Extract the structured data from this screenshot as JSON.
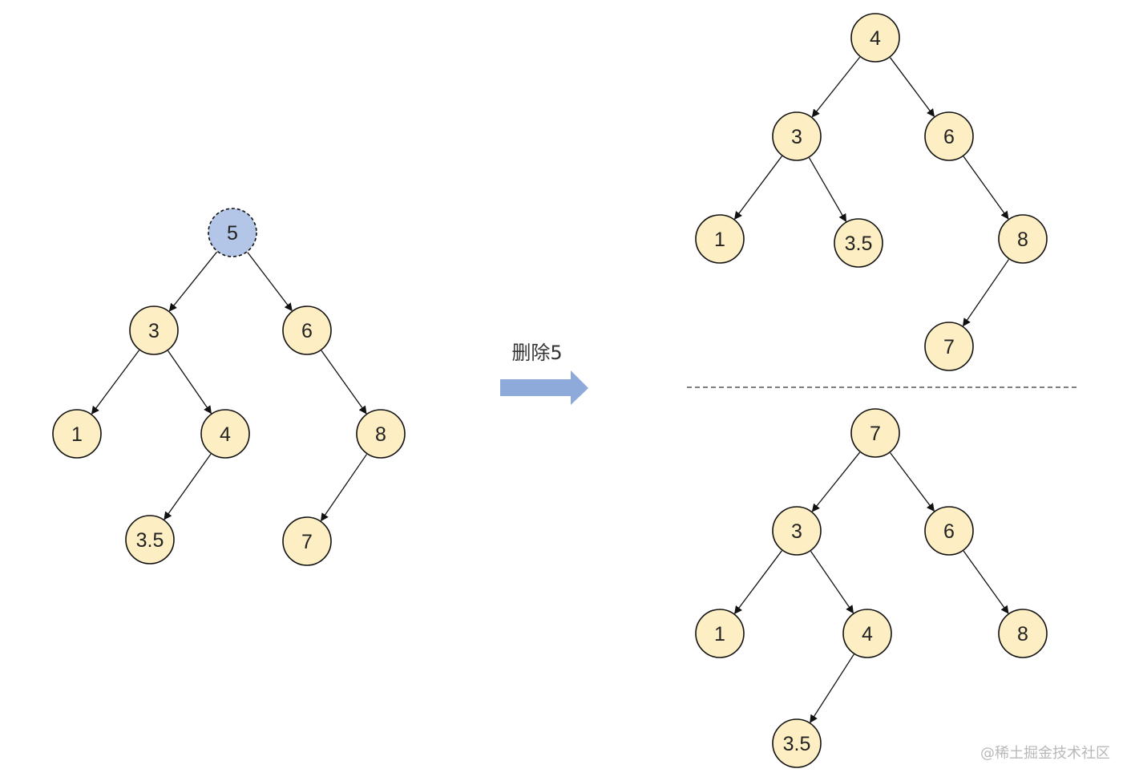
{
  "colors": {
    "node_fill": "#fdefc3",
    "node_stroke": "#111111",
    "deleted_fill": "#b4c6e7",
    "arrow_fill": "#8eaadb",
    "edge": "#111111"
  },
  "operation_label": "删除5",
  "watermark": "@稀土掘金技术社区",
  "trees": [
    {
      "id": "original",
      "deleted": "n5",
      "nodes": [
        {
          "id": "n5",
          "label": "5"
        },
        {
          "id": "n3",
          "label": "3"
        },
        {
          "id": "n6",
          "label": "6"
        },
        {
          "id": "n1",
          "label": "1"
        },
        {
          "id": "n4",
          "label": "4"
        },
        {
          "id": "n8",
          "label": "8"
        },
        {
          "id": "n35",
          "label": "3.5"
        },
        {
          "id": "n7",
          "label": "7"
        }
      ],
      "edges": [
        [
          "n5",
          "n3"
        ],
        [
          "n5",
          "n6"
        ],
        [
          "n3",
          "n1"
        ],
        [
          "n3",
          "n4"
        ],
        [
          "n6",
          "n8"
        ],
        [
          "n4",
          "n35"
        ],
        [
          "n8",
          "n7"
        ]
      ]
    },
    {
      "id": "result-predecessor",
      "nodes": [
        {
          "id": "n4",
          "label": "4"
        },
        {
          "id": "n3",
          "label": "3"
        },
        {
          "id": "n6",
          "label": "6"
        },
        {
          "id": "n1",
          "label": "1"
        },
        {
          "id": "n35",
          "label": "3.5"
        },
        {
          "id": "n8",
          "label": "8"
        },
        {
          "id": "n7",
          "label": "7"
        }
      ],
      "edges": [
        [
          "n4",
          "n3"
        ],
        [
          "n4",
          "n6"
        ],
        [
          "n3",
          "n1"
        ],
        [
          "n3",
          "n35"
        ],
        [
          "n6",
          "n8"
        ],
        [
          "n8",
          "n7"
        ]
      ]
    },
    {
      "id": "result-successor",
      "nodes": [
        {
          "id": "n7",
          "label": "7"
        },
        {
          "id": "n3",
          "label": "3"
        },
        {
          "id": "n6",
          "label": "6"
        },
        {
          "id": "n1",
          "label": "1"
        },
        {
          "id": "n4",
          "label": "4"
        },
        {
          "id": "n8",
          "label": "8"
        },
        {
          "id": "n35",
          "label": "3.5"
        }
      ],
      "edges": [
        [
          "n7",
          "n3"
        ],
        [
          "n7",
          "n6"
        ],
        [
          "n3",
          "n1"
        ],
        [
          "n3",
          "n4"
        ],
        [
          "n6",
          "n8"
        ],
        [
          "n4",
          "n35"
        ]
      ]
    }
  ]
}
